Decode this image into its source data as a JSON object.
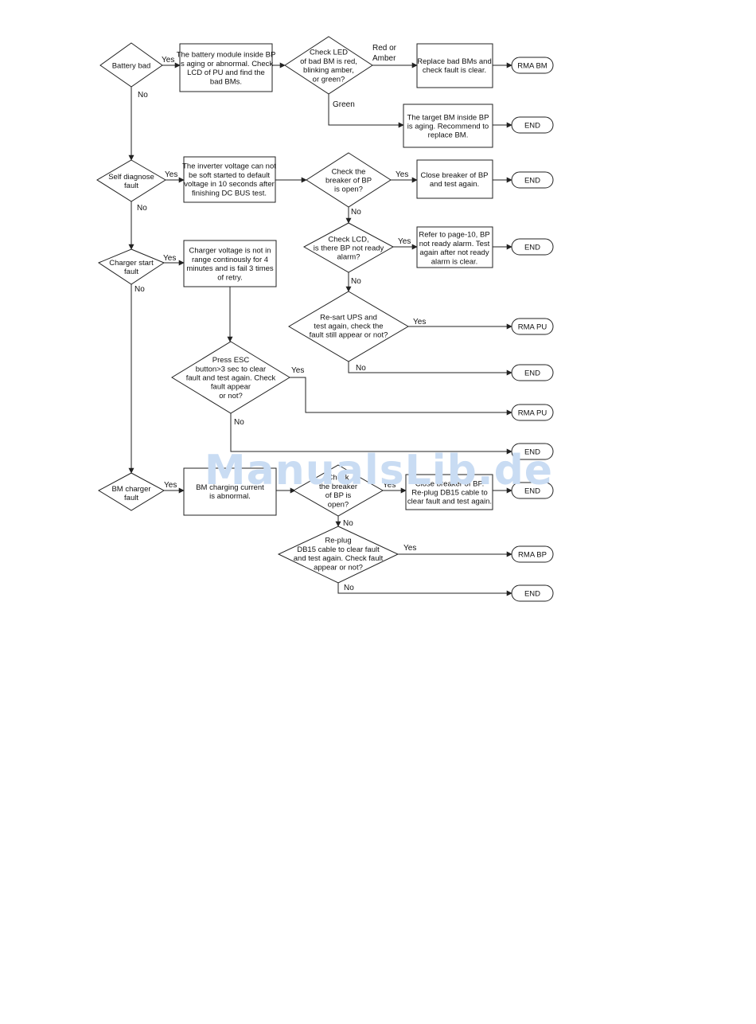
{
  "watermark": "ManualsLib.de",
  "nodes": {
    "d_battery_bad": [
      "Battery bad"
    ],
    "b_bm_aging": [
      "The battery module inside BP",
      "is aging or abnormal. Check",
      "LCD of PU and find the",
      "bad BMs."
    ],
    "d_check_led": [
      "Check LED",
      "of bad BM is red,",
      "blinking amber,",
      "or green?"
    ],
    "b_replace_bms": [
      "Replace bad BMs and",
      "check fault is clear."
    ],
    "t_rma_bm": [
      "RMA BM"
    ],
    "b_target_bm": [
      "The target BM inside BP",
      "is aging. Recommend to",
      "replace BM."
    ],
    "t_end1": [
      "END"
    ],
    "d_self_diag": [
      "Self diagnose",
      "fault"
    ],
    "b_inverter": [
      "The inverter voltage can not",
      "be soft started to default",
      "voltage in 10 seconds after",
      "finishing DC BUS test."
    ],
    "d_breaker_bp": [
      "Check the",
      "breaker of BP",
      "is open?"
    ],
    "b_close_breaker": [
      "Close breaker of BP",
      "and test again."
    ],
    "t_end2": [
      "END"
    ],
    "d_check_lcd": [
      "Check LCD,",
      "is there BP not ready",
      "alarm?"
    ],
    "b_refer_page": [
      "Refer to page-10, BP",
      "not ready alarm. Test",
      "again after not ready",
      "alarm is clear."
    ],
    "t_end3": [
      "END"
    ],
    "d_restart_ups": [
      "Re-sart UPS and",
      "test again, check the",
      "fault still appear or not?"
    ],
    "t_rma_pu1": [
      "RMA PU"
    ],
    "t_end4": [
      "END"
    ],
    "d_charger_start": [
      "Charger start",
      "fault"
    ],
    "b_charger_voltage": [
      "Charger voltage is not in",
      "range continously for 4",
      "minutes and is fail 3 times",
      "of retry."
    ],
    "d_press_esc": [
      "Press ESC",
      "button>3 sec to clear",
      "fault and test again. Check",
      "fault appear",
      "or not?"
    ],
    "t_rma_pu2": [
      "RMA PU"
    ],
    "t_end5": [
      "END"
    ],
    "d_bm_charger": [
      "BM charger",
      "fault"
    ],
    "b_bm_charging": [
      "BM charging current",
      "is abnormal."
    ],
    "d_breaker_bp2": [
      "Check",
      "the breaker",
      "of BP is",
      "open?"
    ],
    "b_close_replug": [
      "Close breaker of BP.",
      "Re-plug DB15 cable to",
      "clear fault and test again."
    ],
    "t_end6": [
      "END"
    ],
    "d_replug": [
      "Re-plug",
      "DB15 cable to clear fault",
      "and test again. Check fault",
      "appear or not?"
    ],
    "t_rma_bp": [
      "RMA BP"
    ],
    "t_end7": [
      "END"
    ]
  },
  "edge_labels": {
    "l1": "Yes",
    "l2": "No",
    "l3": "Red or",
    "l3b": "Amber",
    "l4": "Green",
    "l5": "Yes",
    "l6": "No",
    "l7": "Yes",
    "l8": "No",
    "l9": "Yes",
    "l10": "No",
    "l11": "Yes",
    "l12": "No",
    "l13": "Yes",
    "l14": "No",
    "l15": "Yes",
    "l16": "No",
    "l17": "Yes",
    "l18": "Yes",
    "l19": "No",
    "l20": "Yes",
    "l21": "No"
  }
}
